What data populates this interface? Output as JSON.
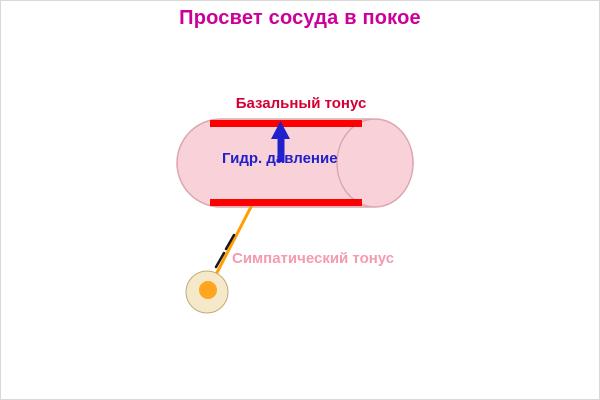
{
  "slide": {
    "title": "Просвет сосуда в покое"
  },
  "diagram": {
    "basal_tone_label": "Базальный тонус",
    "hydraulic_pressure_label": "Гидр. давление",
    "sympathetic_tone_label": "Симпатический тонус"
  },
  "colors": {
    "background": "#ffffff",
    "title_text": "#cc0099",
    "basal_tone_text": "#d40033",
    "hydraulic_pressure_text": "#2020cc",
    "sympathetic_tone_text": "#f49ab2",
    "vessel_fill": "#f8d2d8",
    "vessel_border": "#dca6b1",
    "vessel_wall_bar": "#ff0000",
    "pressure_arrow": "#2020cc",
    "nerve_fiber": "#ffa000",
    "nerve_block_dash": "#1a1a1a",
    "nerve_ending_fill": "#f6e9c9",
    "nerve_ending_border": "#c0aa78",
    "nerve_ending_core": "#ffa520"
  }
}
